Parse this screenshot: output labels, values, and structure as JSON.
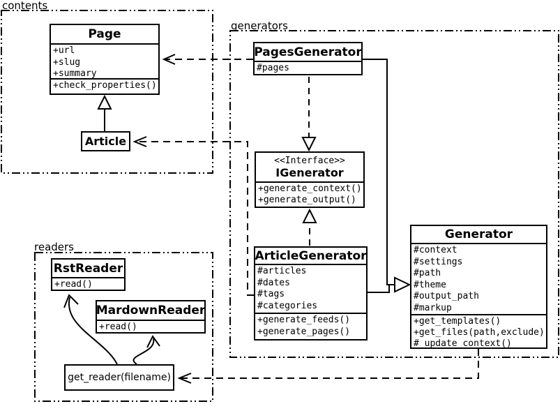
{
  "diagram": {
    "kind": "UML class diagram",
    "colors": {
      "line": "#000000",
      "background": "#ffffff"
    }
  },
  "packages": {
    "contents": {
      "label": "contents"
    },
    "generators": {
      "label": "generators"
    },
    "readers": {
      "label": "readers"
    }
  },
  "classes": {
    "page": {
      "name": "Page",
      "attributes": [
        "+url",
        "+slug",
        "+summary"
      ],
      "methods": [
        "+check_properties()"
      ]
    },
    "article": {
      "name": "Article"
    },
    "pages_generator": {
      "name": "PagesGenerator",
      "attributes": [
        "#pages"
      ]
    },
    "igenerator": {
      "stereotype": "<<Interface>>",
      "name": "IGenerator",
      "methods": [
        "+generate_context()",
        "+generate_output()"
      ]
    },
    "article_generator": {
      "name": "ArticleGenerator",
      "attributes": [
        "#articles",
        "#dates",
        "#tags",
        "#categories"
      ],
      "methods": [
        "+generate_feeds()",
        "+generate_pages()"
      ]
    },
    "generator": {
      "name": "Generator",
      "attributes": [
        "#context",
        "#settings",
        "#path",
        "#theme",
        "#output_path",
        "#markup"
      ],
      "methods": [
        "+get_templates()",
        "+get_files(path,exclude)",
        "#_update_context()"
      ]
    },
    "rst_reader": {
      "name": "RstReader",
      "methods": [
        "+read()"
      ]
    },
    "mardown_reader": {
      "name": "MardownReader",
      "methods": [
        "+read()"
      ]
    },
    "get_reader": {
      "label": "get_reader(filename)"
    }
  }
}
